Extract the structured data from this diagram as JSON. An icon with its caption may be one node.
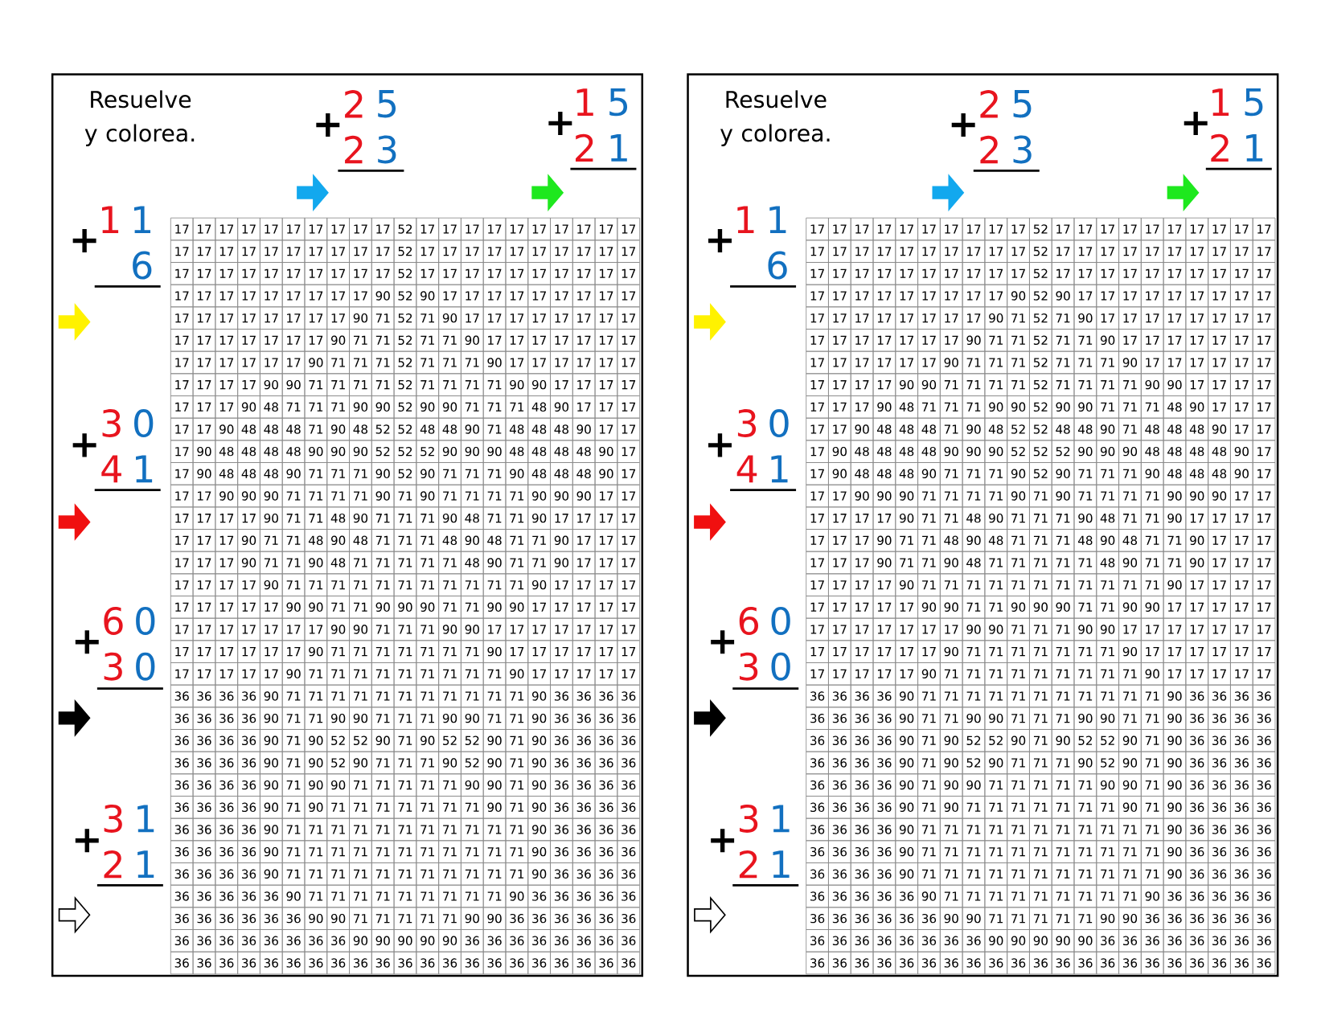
{
  "diagram": {
    "labels": [
      "Resuelve y colorea.",
      "+",
      "2",
      "5",
      "2",
      "3",
      "+",
      "1",
      "5",
      "2",
      "1",
      "+",
      "1",
      "1",
      "6",
      "+",
      "3",
      "0",
      "4",
      "1",
      "+",
      "6",
      "0",
      "3",
      "0",
      "+",
      "3",
      "1",
      "2",
      "1",
      "17",
      "17",
      "17",
      "17",
      "17",
      "17",
      "17",
      "17",
      "17",
      "17",
      "52",
      "17",
      "17",
      "17",
      "17",
      "17",
      "17",
      "17",
      "17",
      "17",
      "17",
      "17",
      "17",
      "17",
      "17",
      "17",
      "17",
      "17",
      "17",
      "17",
      "17",
      "52",
      "17",
      "17",
      "17",
      "17",
      "17",
      "17",
      "17",
      "17",
      "17",
      "17",
      "17",
      "17",
      "17",
      "17",
      "17",
      "17",
      "17",
      "17",
      "17",
      "17",
      "52",
      "17",
      "17",
      "17",
      "17",
      "17",
      "17",
      "17",
      "17",
      "17",
      "17",
      "17",
      "17",
      "17",
      "17",
      "17",
      "17",
      "17",
      "17",
      "17",
      "90",
      "52",
      "90",
      "17",
      "17",
      "17",
      "17",
      "17",
      "17",
      "17",
      "17",
      "17",
      "17",
      "17",
      "17",
      "17",
      "17",
      "17",
      "17",
      "17",
      "90",
      "71",
      "52",
      "71",
      "90",
      "17",
      "17",
      "17",
      "17",
      "17",
      "17",
      "17",
      "17",
      "17",
      "17",
      "17",
      "17",
      "17",
      "17",
      "17",
      "90",
      "71",
      "71",
      "52",
      "71",
      "71",
      "90",
      "17",
      "17",
      "17",
      "17",
      "17",
      "17",
      "17",
      "17",
      "17",
      "17",
      "17",
      "17",
      "17",
      "90",
      "71",
      "71",
      "71",
      "52",
      "71",
      "71",
      "71",
      "90",
      "17",
      "17",
      "17",
      "17",
      "17",
      "17",
      "17",
      "17",
      "17",
      "17",
      "90",
      "90",
      "71",
      "71",
      "71",
      "71",
      "52",
      "71",
      "71",
      "71",
      "71",
      "90",
      "90",
      "17",
      "17",
      "17",
      "17",
      "17",
      "17",
      "17",
      "90",
      "48",
      "71",
      "71",
      "71",
      "90",
      "90",
      "52",
      "90",
      "90",
      "71",
      "71",
      "71",
      "48",
      "90",
      "17",
      "17",
      "17",
      "17",
      "17",
      "90",
      "48",
      "48",
      "48",
      "71",
      "90",
      "48",
      "52",
      "52",
      "48",
      "48",
      "90",
      "71",
      "48",
      "48",
      "48",
      "90",
      "17",
      "17",
      "17",
      "90",
      "48",
      "48",
      "48",
      "48",
      "90",
      "90",
      "90",
      "52",
      "52",
      "52",
      "90",
      "90",
      "90",
      "48",
      "48",
      "48",
      "48",
      "90",
      "17",
      "17",
      "90",
      "48",
      "48",
      "48",
      "90",
      "71",
      "71",
      "71",
      "90",
      "52",
      "90",
      "71",
      "71",
      "71",
      "90",
      "48",
      "48",
      "48",
      "90",
      "17",
      "17",
      "17",
      "90",
      "90",
      "90",
      "71",
      "71",
      "71",
      "71",
      "90",
      "71",
      "90",
      "71",
      "71",
      "71",
      "71",
      "90",
      "90",
      "90",
      "17",
      "17",
      "17",
      "17",
      "17",
      "17",
      "90",
      "71",
      "71",
      "48",
      "90",
      "71",
      "71",
      "71",
      "90",
      "48",
      "71",
      "71",
      "90",
      "17",
      "17",
      "17",
      "17",
      "17",
      "17",
      "17",
      "90",
      "71",
      "71",
      "48",
      "90",
      "48",
      "71",
      "71",
      "71",
      "48",
      "90",
      "48",
      "71",
      "71",
      "90",
      "17",
      "17",
      "17",
      "17",
      "17",
      "17",
      "90",
      "71",
      "71",
      "90",
      "48",
      "71",
      "71",
      "71",
      "71",
      "71",
      "48",
      "90",
      "71",
      "71",
      "90",
      "17",
      "17",
      "17",
      "17",
      "17",
      "17",
      "17",
      "90",
      "71",
      "71",
      "71",
      "71",
      "71",
      "71",
      "71",
      "71",
      "71",
      "71",
      "71",
      "90",
      "17",
      "17",
      "17",
      "17",
      "17",
      "17",
      "17",
      "17",
      "17",
      "90",
      "90",
      "71",
      "71",
      "90",
      "90",
      "90",
      "71",
      "71",
      "90",
      "90",
      "17",
      "17",
      "17",
      "17",
      "17",
      "17",
      "17",
      "17",
      "17",
      "17",
      "17",
      "17",
      "90",
      "90",
      "71",
      "71",
      "71",
      "90",
      "90",
      "17",
      "17",
      "17",
      "17",
      "17",
      "17",
      "17",
      "17",
      "17",
      "17",
      "17",
      "17",
      "17",
      "90",
      "71",
      "71",
      "71",
      "71",
      "71",
      "71",
      "71",
      "90",
      "17",
      "17",
      "17",
      "17",
      "17",
      "17",
      "17",
      "17",
      "17",
      "17",
      "17",
      "90",
      "71",
      "71",
      "71",
      "71",
      "71",
      "71",
      "71",
      "71",
      "71",
      "90",
      "17",
      "17",
      "17",
      "17",
      "17",
      "36",
      "36",
      "36",
      "36",
      "90",
      "71",
      "71",
      "71",
      "71",
      "71",
      "71",
      "71",
      "71",
      "71",
      "71",
      "71",
      "90",
      "36",
      "36",
      "36",
      "36",
      "36",
      "36",
      "36",
      "36",
      "90",
      "71",
      "71",
      "90",
      "90",
      "71",
      "71",
      "71",
      "90",
      "90",
      "71",
      "71",
      "90",
      "36",
      "36",
      "36",
      "36",
      "36",
      "36",
      "36",
      "36",
      "90",
      "71",
      "90",
      "52",
      "52",
      "90",
      "71",
      "90",
      "52",
      "52",
      "90",
      "71",
      "90",
      "36",
      "36",
      "36",
      "36",
      "36",
      "36",
      "36",
      "36",
      "90",
      "71",
      "90",
      "52",
      "90",
      "71",
      "71",
      "71",
      "90",
      "52",
      "90",
      "71",
      "90",
      "36",
      "36",
      "36",
      "36",
      "36",
      "36",
      "36",
      "36",
      "90",
      "71",
      "90",
      "90",
      "71",
      "71",
      "71",
      "71",
      "71",
      "90",
      "90",
      "71",
      "90",
      "36",
      "36",
      "36",
      "36",
      "36",
      "36",
      "36",
      "36",
      "90",
      "71",
      "90",
      "71",
      "71",
      "71",
      "71",
      "71",
      "71",
      "71",
      "90",
      "71",
      "90",
      "36",
      "36",
      "36",
      "36",
      "36",
      "36",
      "36",
      "36",
      "90",
      "71",
      "71",
      "71",
      "71",
      "71",
      "71",
      "71",
      "71",
      "71",
      "71",
      "71",
      "90",
      "36",
      "36",
      "36",
      "36",
      "36",
      "36",
      "36",
      "36",
      "90",
      "71",
      "71",
      "71",
      "71",
      "71",
      "71",
      "71",
      "71",
      "71",
      "71",
      "71",
      "90",
      "36",
      "36",
      "36",
      "36",
      "36",
      "36",
      "36",
      "36",
      "90",
      "71",
      "71",
      "71",
      "71",
      "71",
      "71",
      "71",
      "71",
      "71",
      "71",
      "71",
      "90",
      "36",
      "36",
      "36",
      "36",
      "36",
      "36",
      "36",
      "36",
      "36",
      "90",
      "71",
      "71",
      "71",
      "71",
      "71",
      "71",
      "71",
      "71",
      "71",
      "90",
      "36",
      "36",
      "36",
      "36",
      "36",
      "36",
      "36",
      "36",
      "36",
      "36",
      "36",
      "90",
      "90",
      "71",
      "71",
      "71",
      "71",
      "71",
      "90",
      "90",
      "36",
      "36",
      "36",
      "36",
      "36",
      "36",
      "36",
      "36",
      "36",
      "36",
      "36",
      "36",
      "36",
      "36",
      "90",
      "90",
      "90",
      "90",
      "90",
      "36",
      "36",
      "36",
      "36",
      "36",
      "36",
      "36",
      "36",
      "36",
      "36",
      "36",
      "36",
      "36",
      "36",
      "36",
      "36",
      "36",
      "36",
      "36",
      "36",
      "36",
      "36",
      "36",
      "36",
      "36",
      "36",
      "36",
      "36",
      "36",
      "Resuelve y colorea.",
      "+",
      "2",
      "5",
      "2",
      "3",
      "+",
      "1",
      "5",
      "2",
      "1",
      "+",
      "1",
      "1",
      "6",
      "+",
      "3",
      "0",
      "4",
      "1",
      "+",
      "6",
      "0",
      "3",
      "0",
      "+",
      "3",
      "1",
      "2",
      "1",
      "17",
      "17",
      "17",
      "17",
      "17",
      "17",
      "17",
      "17",
      "17",
      "17",
      "52",
      "17",
      "17",
      "17",
      "17",
      "17",
      "17",
      "17",
      "17",
      "17",
      "17",
      "17",
      "17",
      "17",
      "17",
      "17",
      "17",
      "17",
      "17",
      "17",
      "17",
      "52",
      "17",
      "17",
      "17",
      "17",
      "17",
      "17",
      "17",
      "17",
      "17",
      "17",
      "17",
      "17",
      "17",
      "17",
      "17",
      "17",
      "17",
      "17",
      "17",
      "17",
      "52",
      "17",
      "17",
      "17",
      "17",
      "17",
      "17",
      "17",
      "17",
      "17",
      "17",
      "17",
      "17",
      "17",
      "17",
      "17",
      "17",
      "17",
      "17",
      "17",
      "90",
      "52",
      "90",
      "17",
      "17",
      "17",
      "17",
      "17",
      "17",
      "17",
      "17",
      "17",
      "17",
      "17",
      "17",
      "17",
      "17",
      "17",
      "17",
      "17",
      "90",
      "71",
      "52",
      "71",
      "90",
      "17",
      "17",
      "17",
      "17",
      "17",
      "17",
      "17",
      "17",
      "17",
      "17",
      "17",
      "17",
      "17",
      "17",
      "17",
      "90",
      "71",
      "71",
      "52",
      "71",
      "71",
      "90",
      "17",
      "17",
      "17",
      "17",
      "17",
      "17",
      "17",
      "17",
      "17",
      "17",
      "17",
      "17",
      "17",
      "90",
      "71",
      "71",
      "71",
      "52",
      "71",
      "71",
      "71",
      "90",
      "17",
      "17",
      "17",
      "17",
      "17",
      "17",
      "17",
      "17",
      "17",
      "17",
      "90",
      "90",
      "71",
      "71",
      "71",
      "71",
      "52",
      "71",
      "71",
      "71",
      "71",
      "90",
      "90",
      "17",
      "17",
      "17",
      "17",
      "17",
      "17",
      "17",
      "90",
      "48",
      "71",
      "71",
      "71",
      "90",
      "90",
      "52",
      "90",
      "90",
      "71",
      "71",
      "71",
      "48",
      "90",
      "17",
      "17",
      "17",
      "17",
      "17",
      "90",
      "48",
      "48",
      "48",
      "71",
      "90",
      "48",
      "52",
      "52",
      "48",
      "48",
      "90",
      "71",
      "48",
      "48",
      "48",
      "90",
      "17",
      "17",
      "17",
      "90",
      "48",
      "48",
      "48",
      "48",
      "90",
      "90",
      "90",
      "52",
      "52",
      "52",
      "90",
      "90",
      "90",
      "48",
      "48",
      "48",
      "48",
      "90",
      "17",
      "17",
      "90",
      "48",
      "48",
      "48",
      "90",
      "71",
      "71",
      "71",
      "90",
      "52",
      "90",
      "71",
      "71",
      "71",
      "90",
      "48",
      "48",
      "48",
      "90",
      "17",
      "17",
      "17",
      "90",
      "90",
      "90",
      "71",
      "71",
      "71",
      "71",
      "90",
      "71",
      "90",
      "71",
      "71",
      "71",
      "71",
      "90",
      "90",
      "90",
      "17",
      "17",
      "17",
      "17",
      "17",
      "17",
      "90",
      "71",
      "71",
      "48",
      "90",
      "71",
      "71",
      "71",
      "90",
      "48",
      "71",
      "71",
      "90",
      "17",
      "17",
      "17",
      "17",
      "17",
      "17",
      "17",
      "90",
      "71",
      "71",
      "48",
      "90",
      "48",
      "71",
      "71",
      "71",
      "48",
      "90",
      "48",
      "71",
      "71",
      "90",
      "17",
      "17",
      "17",
      "17",
      "17",
      "17",
      "90",
      "71",
      "71",
      "90",
      "48",
      "71",
      "71",
      "71",
      "71",
      "71",
      "48",
      "90",
      "71",
      "71",
      "90",
      "17",
      "17",
      "17",
      "17",
      "17",
      "17",
      "17",
      "90",
      "71",
      "71",
      "71",
      "71",
      "71",
      "71",
      "71",
      "71",
      "71",
      "71",
      "71",
      "90",
      "17",
      "17",
      "17",
      "17",
      "17",
      "17",
      "17",
      "17",
      "17",
      "90",
      "90",
      "71",
      "71",
      "90",
      "90",
      "90",
      "71",
      "71",
      "90",
      "90",
      "17",
      "17",
      "17",
      "17",
      "17",
      "17",
      "17",
      "17",
      "17",
      "17",
      "17",
      "17",
      "90",
      "90",
      "71",
      "71",
      "71",
      "90",
      "90",
      "17",
      "17",
      "17",
      "17",
      "17",
      "17",
      "17",
      "17",
      "17",
      "17",
      "17",
      "17",
      "17",
      "90",
      "71",
      "71",
      "71",
      "71",
      "71",
      "71",
      "71",
      "90",
      "17",
      "17",
      "17",
      "17",
      "17",
      "17",
      "17",
      "17",
      "17",
      "17",
      "17",
      "90",
      "71",
      "71",
      "71",
      "71",
      "71",
      "71",
      "71",
      "71",
      "71",
      "90",
      "17",
      "17",
      "17",
      "17",
      "17",
      "36",
      "36",
      "36",
      "36",
      "90",
      "71",
      "71",
      "71",
      "71",
      "71",
      "71",
      "71",
      "71",
      "71",
      "71",
      "71",
      "90",
      "36",
      "36",
      "36",
      "36",
      "36",
      "36",
      "36",
      "36",
      "90",
      "71",
      "71",
      "90",
      "90",
      "71",
      "71",
      "71",
      "90",
      "90",
      "71",
      "71",
      "90",
      "36",
      "36",
      "36",
      "36",
      "36",
      "36",
      "36",
      "36",
      "90",
      "71",
      "90",
      "52",
      "52",
      "90",
      "71",
      "90",
      "52",
      "52",
      "90",
      "71",
      "90",
      "36",
      "36",
      "36",
      "36",
      "36",
      "36",
      "36",
      "36",
      "90",
      "71",
      "90",
      "52",
      "90",
      "71",
      "71",
      "71",
      "90",
      "52",
      "90",
      "71",
      "90",
      "36",
      "36",
      "36",
      "36",
      "36",
      "36",
      "36",
      "36",
      "90",
      "71",
      "90",
      "90",
      "71",
      "71",
      "71",
      "71",
      "71",
      "90",
      "90",
      "71",
      "90",
      "36",
      "36",
      "36",
      "36",
      "36",
      "36",
      "36",
      "36",
      "90",
      "71",
      "90",
      "71",
      "71",
      "71",
      "71",
      "71",
      "71",
      "71",
      "90",
      "71",
      "90",
      "36",
      "36",
      "36",
      "36",
      "36",
      "36",
      "36",
      "36",
      "90",
      "71",
      "71",
      "71",
      "71",
      "71",
      "71",
      "71",
      "71",
      "71",
      "71",
      "71",
      "90",
      "36",
      "36",
      "36",
      "36",
      "36",
      "36",
      "36",
      "36",
      "90",
      "71",
      "71",
      "71",
      "71",
      "71",
      "71",
      "71",
      "71",
      "71",
      "71",
      "71",
      "90",
      "36",
      "36",
      "36",
      "36",
      "36",
      "36",
      "36",
      "36",
      "90",
      "71",
      "71",
      "71",
      "71",
      "71",
      "71",
      "71",
      "71",
      "71",
      "71",
      "71",
      "90",
      "36",
      "36",
      "36",
      "36",
      "36",
      "36",
      "36",
      "36",
      "36",
      "90",
      "71",
      "71",
      "71",
      "71",
      "71",
      "71",
      "71",
      "71",
      "71",
      "90",
      "36",
      "36",
      "36",
      "36",
      "36",
      "36",
      "36",
      "36",
      "36",
      "36",
      "36",
      "90",
      "90",
      "71",
      "71",
      "71",
      "71",
      "71",
      "90",
      "90",
      "36",
      "36",
      "36",
      "36",
      "36",
      "36",
      "36",
      "36",
      "36",
      "36",
      "36",
      "36",
      "36",
      "36",
      "90",
      "90",
      "90",
      "90",
      "90",
      "36",
      "36",
      "36",
      "36",
      "36",
      "36",
      "36",
      "36",
      "36",
      "36",
      "36",
      "36",
      "36",
      "36",
      "36",
      "36",
      "36",
      "36",
      "36",
      "36",
      "36",
      "36",
      "36",
      "36",
      "36",
      "36",
      "36",
      "36",
      "36"
    ]
  }
}
